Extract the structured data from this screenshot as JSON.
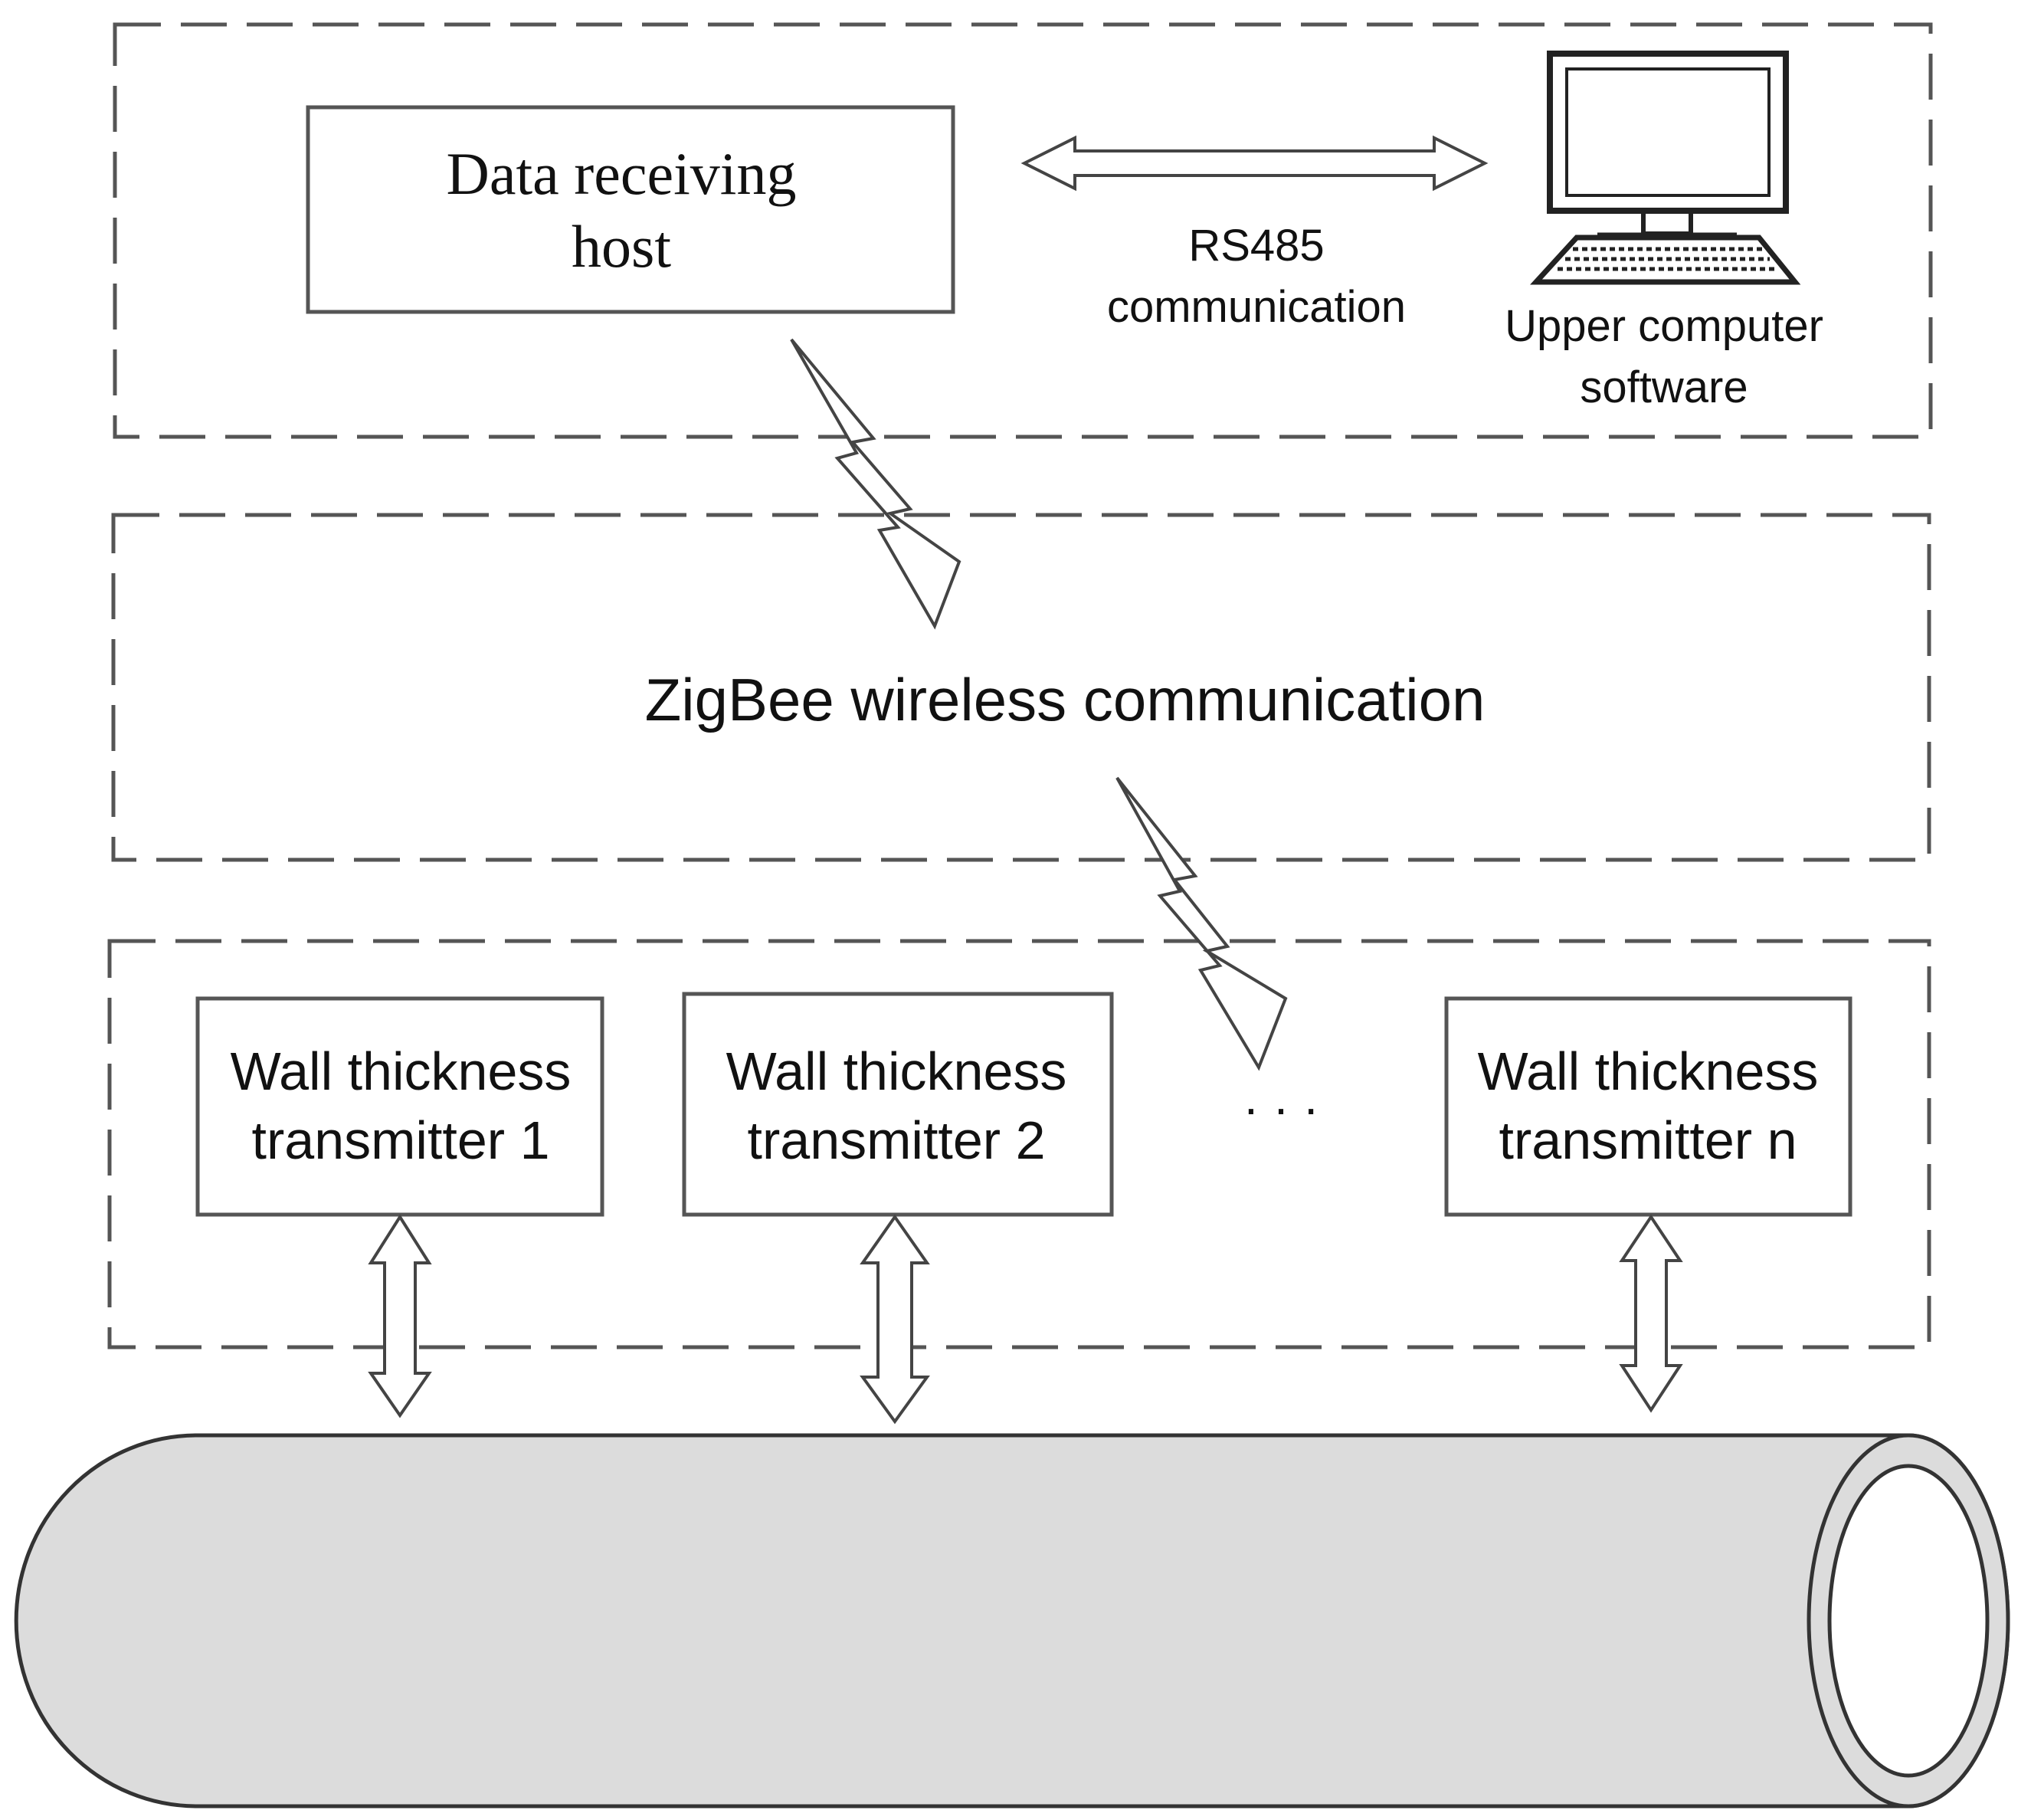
{
  "host": {
    "label_lines": [
      "Data receiving",
      "host"
    ]
  },
  "rs485": {
    "label_lines": [
      "RS485",
      "communication"
    ]
  },
  "computer": {
    "label_lines": [
      "Upper computer",
      "software"
    ],
    "icon": "desktop-computer-icon"
  },
  "wireless": {
    "label": "ZigBee wireless communication",
    "icon": "lightning-signal-icon"
  },
  "transmitters": [
    {
      "label_lines": [
        "Wall thickness",
        "transmitter 1"
      ]
    },
    {
      "label_lines": [
        "Wall thickness",
        "transmitter 2"
      ]
    },
    {
      "label_lines": [
        "Wall thickness",
        "transmitter n"
      ]
    }
  ],
  "ellipsis": "· · ·",
  "pipe": {
    "icon": "pipe-icon",
    "fill_color": "#dcdcdc"
  }
}
